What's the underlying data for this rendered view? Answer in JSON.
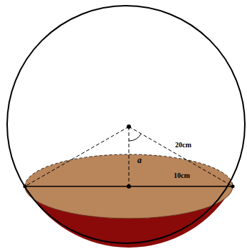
{
  "diagram": {
    "labels": [
      "a",
      "20cm",
      "10cm"
    ]
  }
}
